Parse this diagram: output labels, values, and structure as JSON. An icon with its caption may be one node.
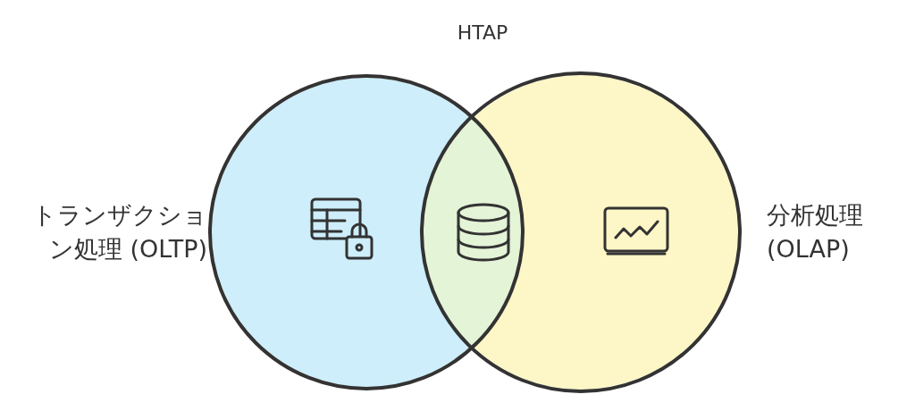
{
  "diagram": {
    "nodes": [
      {
        "text": [
          "トランザクション処理 (OLTP)"
        ]
      },
      {
        "text": [
          "分析処理 (OLAP)"
        ]
      }
    ],
    "edges": [],
    "labels": [
      "HTAP"
    ]
  }
}
